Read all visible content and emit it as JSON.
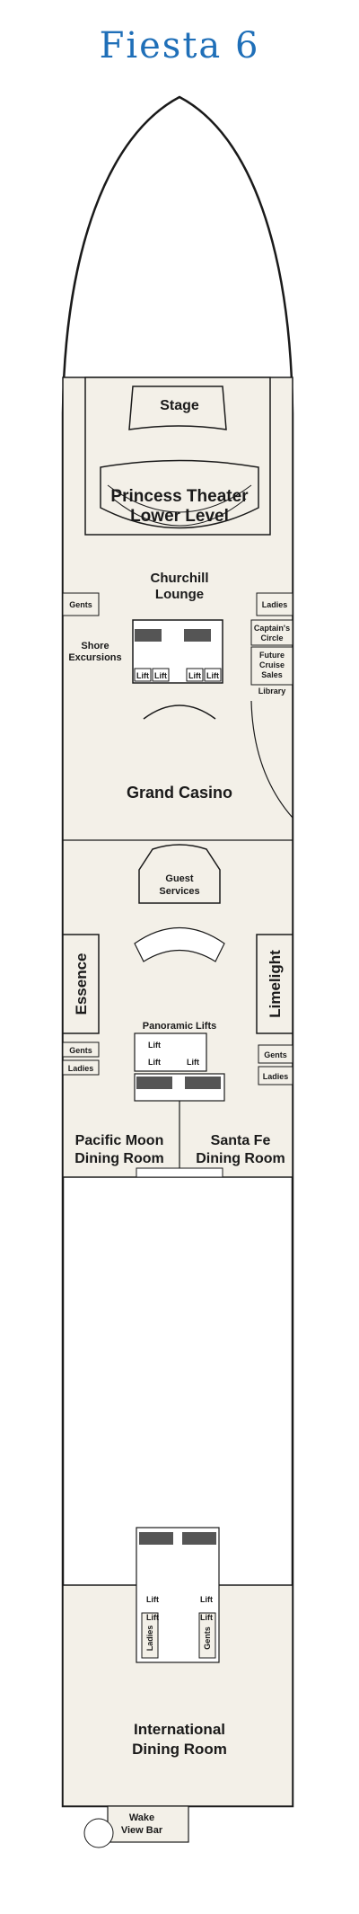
{
  "deck": {
    "title": "Fiesta 6"
  },
  "venues": {
    "stage": "Stage",
    "theater_line1": "Princess Theater",
    "theater_line2": "Lower Level",
    "lounge_line1": "Churchill",
    "lounge_line2": "Lounge",
    "casino": "Grand Casino",
    "guest_line1": "Guest",
    "guest_line2": "Services",
    "essence": "Essence",
    "limelight": "Limelight",
    "panoramic_lifts": "Panoramic Lifts",
    "pacific_line1": "Pacific Moon",
    "pacific_line2": "Dining Room",
    "santafe_line1": "Santa Fe",
    "santafe_line2": "Dining Room",
    "intl_line1": "International",
    "intl_line2": "Dining Room",
    "wake_line1": "Wake",
    "wake_line2": "View Bar"
  },
  "facilities": {
    "gents": "Gents",
    "ladies": "Ladies",
    "shore_line1": "Shore",
    "shore_line2": "Excursions",
    "captains_line1": "Captain's",
    "captains_line2": "Circle",
    "future_line1": "Future",
    "future_line2": "Cruise",
    "future_line3": "Sales",
    "library": "Library",
    "lift": "Lift"
  },
  "colors": {
    "title": "#1f6fb8",
    "floor": "#f3f0e8",
    "line": "#1a1a1a"
  }
}
